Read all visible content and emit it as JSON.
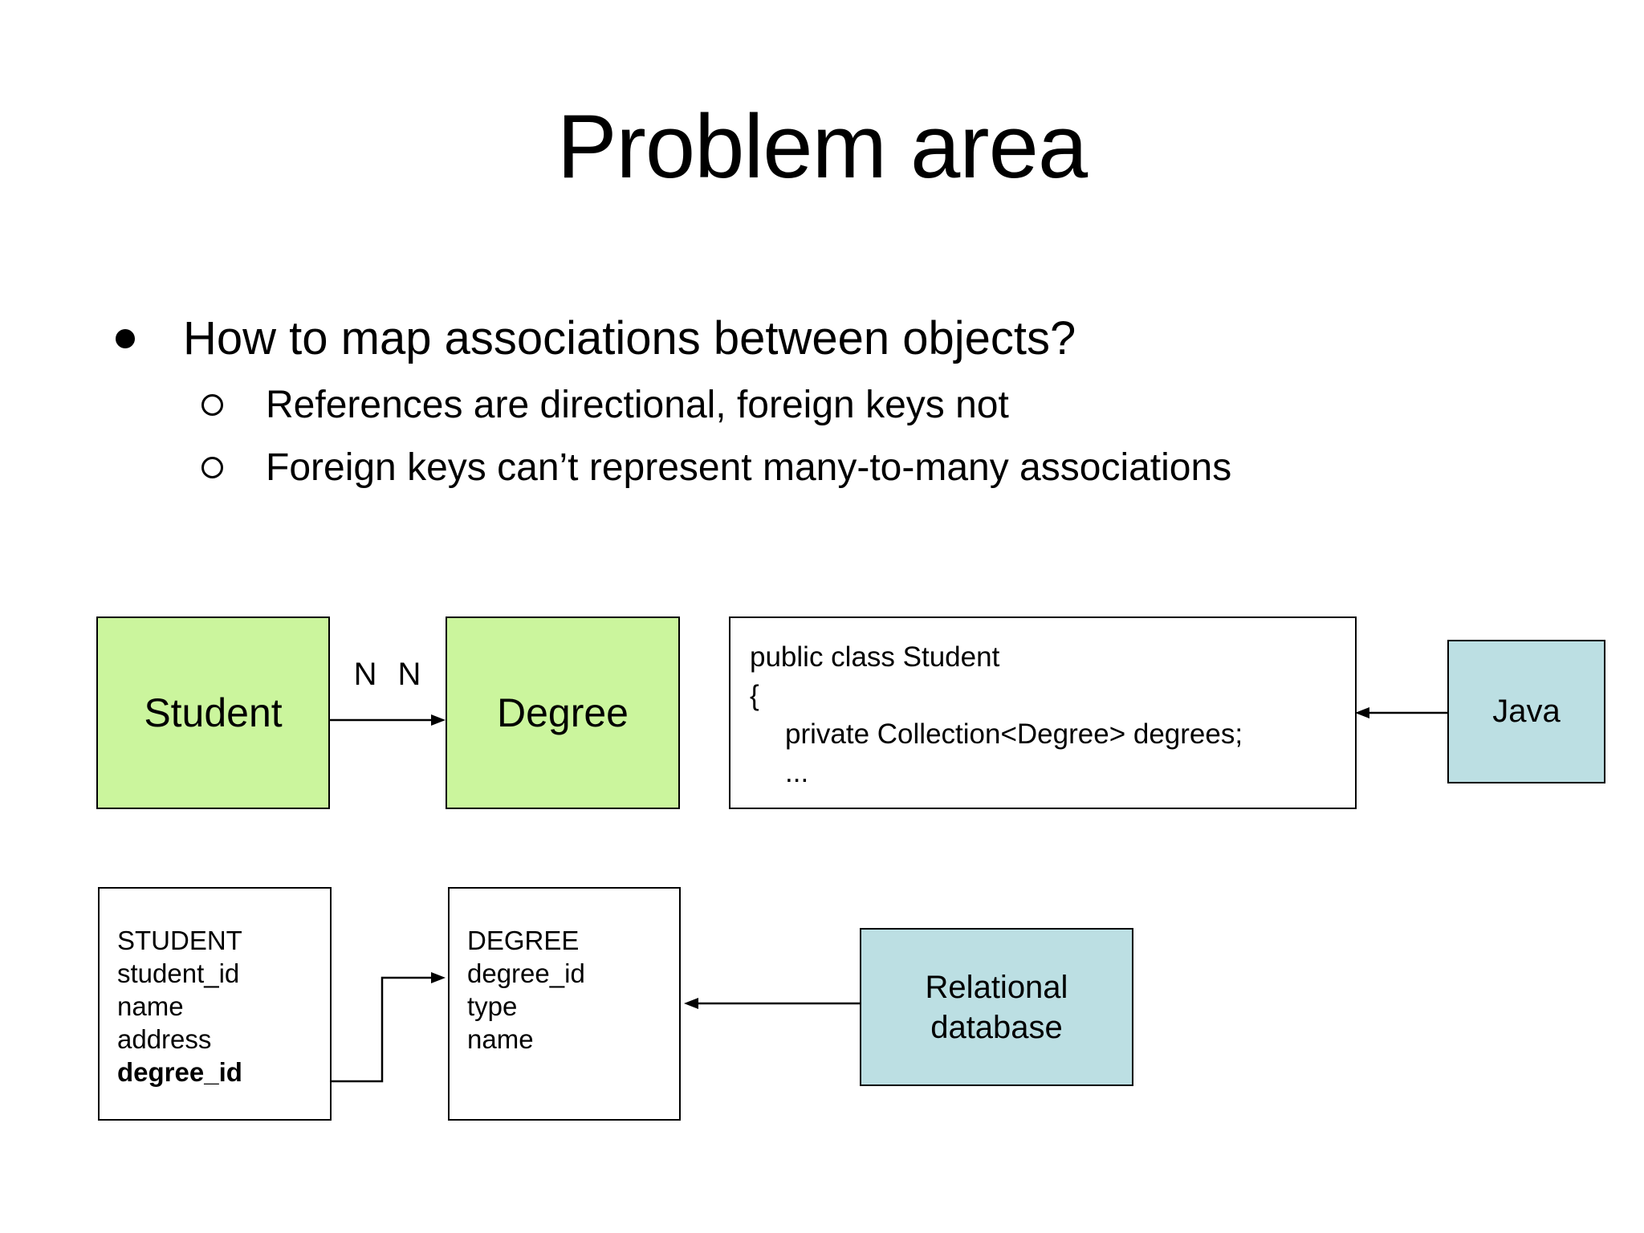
{
  "slide": {
    "title": "Problem area",
    "bullets": {
      "main": "How to map associations between objects?",
      "sub1": "References are directional, foreign keys not",
      "sub2": "Foreign keys can’t represent many-to-many associations"
    },
    "object_model": {
      "student_label": "Student",
      "degree_label": "Degree",
      "multiplicity_left": "N",
      "multiplicity_right": "N"
    },
    "code_box": {
      "line1": "public class Student",
      "line2": "{",
      "line3": "private Collection<Degree> degrees;",
      "line4": "..."
    },
    "java_label": "Java",
    "student_table": {
      "title": "STUDENT",
      "row1": "student_id",
      "row2": "name",
      "row3": "address",
      "row4": "degree_id"
    },
    "degree_table": {
      "title": "DEGREE",
      "row1": "degree_id",
      "row2": "type",
      "row3": "name"
    },
    "database_label": {
      "line1": "Relational",
      "line2": "database"
    },
    "colors": {
      "class_box_fill": "#cbf59d",
      "tech_box_fill": "#bcdfe3",
      "border": "#000000",
      "background": "#ffffff",
      "text": "#000000"
    }
  }
}
